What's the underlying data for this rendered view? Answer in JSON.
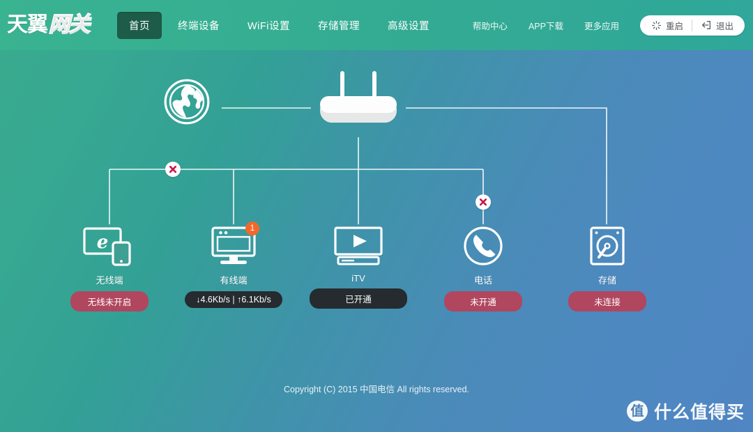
{
  "header": {
    "logo_primary": "天翼",
    "logo_secondary": "网关",
    "nav": [
      {
        "label": "首页",
        "active": true
      },
      {
        "label": "终端设备",
        "active": false
      },
      {
        "label": "WiFi设置",
        "active": false
      },
      {
        "label": "存储管理",
        "active": false
      },
      {
        "label": "高级设置",
        "active": false
      }
    ],
    "utils": [
      {
        "label": "帮助中心"
      },
      {
        "label": "APP下载"
      },
      {
        "label": "更多应用"
      }
    ],
    "restart_label": "重启",
    "restart_icon": "spinner-icon",
    "exit_label": "退出",
    "exit_icon": "logout-arrow-icon"
  },
  "diagram": {
    "internet": {
      "name": "internet-globe",
      "icon": "globe-icon"
    },
    "router": {
      "name": "router",
      "icon": "router-icon"
    },
    "nodes": [
      {
        "id": "wireless",
        "label": "无线端",
        "icon": "laptop-phone-icon",
        "status": "无线未开启",
        "status_style": "bad",
        "count": null,
        "link_broken": true
      },
      {
        "id": "wired",
        "label": "有线端",
        "icon": "desktop-monitor-icon",
        "status": "↓4.6Kb/s | ↑6.1Kb/s",
        "status_style": "dark",
        "count": "1",
        "link_broken": false
      },
      {
        "id": "itv",
        "label": "iTV",
        "icon": "tv-play-icon",
        "status": "已开通",
        "status_style": "dark",
        "count": null,
        "link_broken": false
      },
      {
        "id": "phone",
        "label": "电话",
        "icon": "phone-handset-icon",
        "status": "未开通",
        "status_style": "bad",
        "count": null,
        "link_broken": true
      },
      {
        "id": "storage",
        "label": "存储",
        "icon": "hard-disk-icon",
        "status": "未连接",
        "status_style": "bad",
        "count": null,
        "link_broken": false
      }
    ]
  },
  "footer": {
    "copyright": "Copyright (C) 2015 中国电信 All rights reserved."
  },
  "watermark": {
    "logo_char": "值",
    "text": "什么值得买"
  },
  "colors": {
    "bg_top": "#3aab8d",
    "bg_bottom": "#4f86c3",
    "header": "#33ab93",
    "active_tab": "#1e5c4a",
    "badge_bad": "#b1465f",
    "badge_dark": "#252b2f",
    "count_badge": "#f2682a",
    "line": "#ffffff"
  }
}
